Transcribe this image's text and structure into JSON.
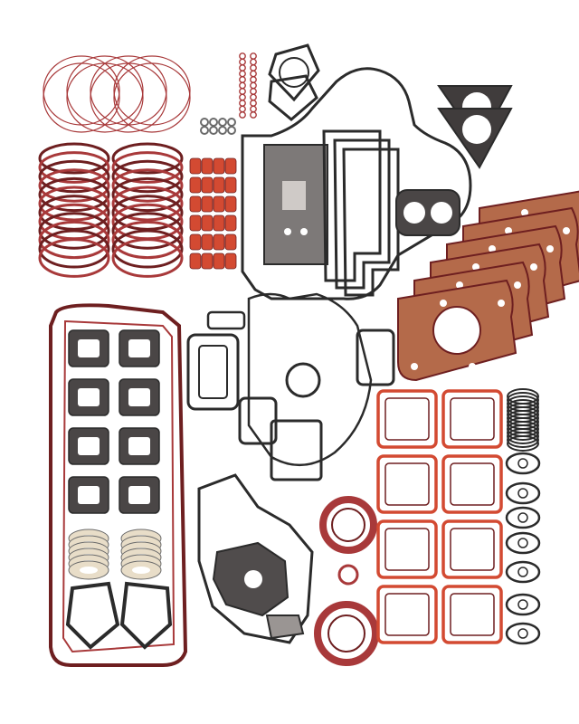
{
  "image": {
    "subject": "engine-gasket-kit",
    "background": "#ffffff"
  },
  "colors": {
    "rubber_red": "#a8393a",
    "rubber_red_dark": "#6e1f20",
    "rubber_red_light": "#d86a6a",
    "gasket_black": "#2b2b2b",
    "gasket_gray": "#6b6b6b",
    "fiber_gray": "#8a8584",
    "metal_gray": "#b8b4b2",
    "cream": "#e8ddc8",
    "copper": "#b46a4a",
    "orange_red": "#d34a32"
  },
  "components": [
    {
      "name": "thin-o-ring-set",
      "count": 8
    },
    {
      "name": "liner-o-ring-stack-left",
      "count": 12
    },
    {
      "name": "liner-o-ring-stack-right",
      "count": 12
    },
    {
      "name": "valve-stem-seal-set",
      "count": 24
    },
    {
      "name": "small-o-ring-column",
      "count": 22
    },
    {
      "name": "timing-cover-gasket",
      "count": 1
    },
    {
      "name": "triangle-flange-gasket",
      "count": 2
    },
    {
      "name": "cylinder-head-gasket-stack",
      "count": 6
    },
    {
      "name": "oil-pan-gasket",
      "count": 1
    },
    {
      "name": "manifold-gasket",
      "count": 8
    },
    {
      "name": "rocker-cover-gasket",
      "count": 8
    },
    {
      "name": "crankshaft-seal",
      "count": 2
    },
    {
      "name": "washer-stack",
      "count": 14
    }
  ]
}
